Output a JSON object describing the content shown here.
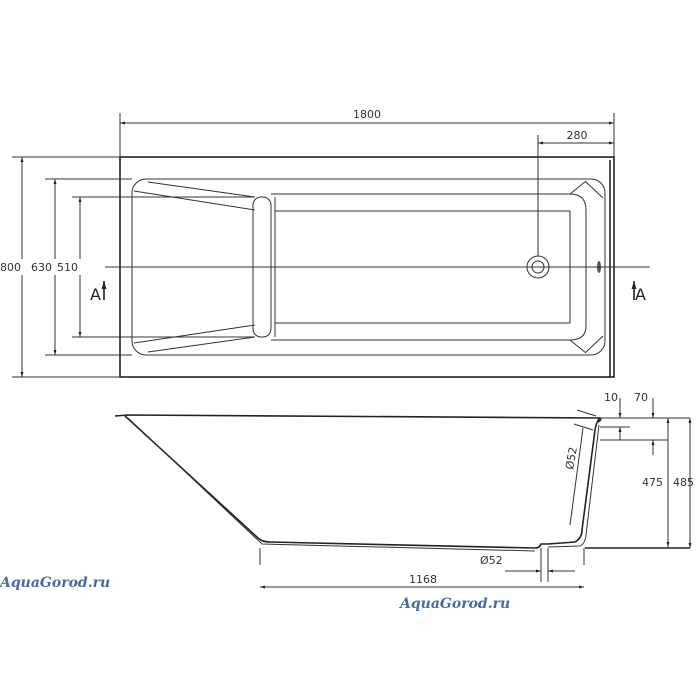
{
  "top_view": {
    "dim_length": "1800",
    "dim_drain_offset": "280",
    "dim_width_total": "800",
    "dim_width_rim": "630",
    "dim_width_bottom": "510",
    "section_label_left": "A",
    "section_label_right": "A"
  },
  "side_view": {
    "dim_rim_10": "10",
    "dim_rim_70": "70",
    "dim_depth_475": "475",
    "dim_height_485": "485",
    "dim_overflow_dia": "Ø52",
    "dim_drain_dia": "Ø52",
    "dim_bottom_length": "1168"
  },
  "watermark": [
    "AquaGorod.ru",
    "AquaGorod.ru"
  ]
}
